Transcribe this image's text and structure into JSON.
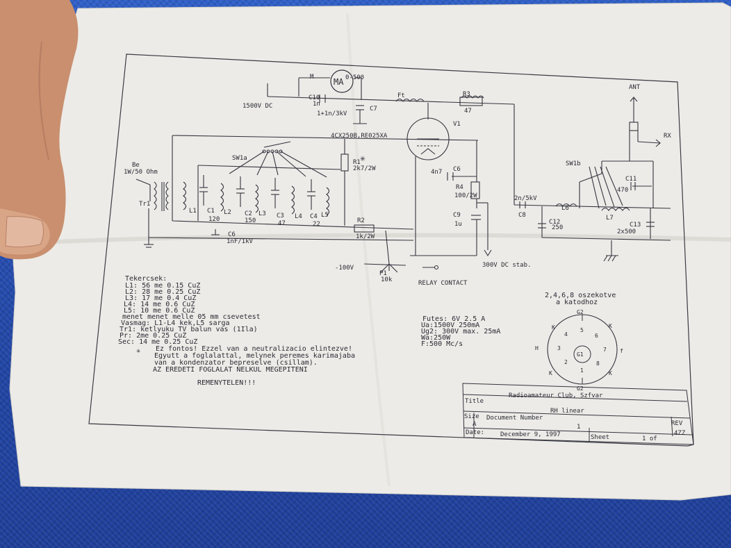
{
  "schematic": {
    "meter": {
      "ref": "M",
      "label": "MA",
      "range": "0-500"
    },
    "c10": {
      "ref": "C10",
      "value": "1n"
    },
    "hv_supply": "1500V DC",
    "c7": {
      "ref": "C7",
      "value": "1+1n/3kV"
    },
    "tube": {
      "type": "4CX250B,RE025XA",
      "ref": "V1"
    },
    "ft": "Ft",
    "r3": {
      "ref": "R3",
      "value": "47"
    },
    "ant": "ANT",
    "rx": "RX",
    "input": {
      "label": "Be",
      "spec": "1W/50 Ohm"
    },
    "tr1": "Tr1",
    "sw1a": "SW1a",
    "sw1b": "SW1b",
    "r1": {
      "ref": "R1",
      "value": "2k7/2W",
      "mark": "✳"
    },
    "c6a": {
      "ref": "C6",
      "value": "4n7"
    },
    "r4": {
      "ref": "R4",
      "value": "100/2W"
    },
    "c9": {
      "ref": "C9",
      "value": "1u"
    },
    "c8": {
      "ref": "C8",
      "value": "2n/5kV"
    },
    "l6": "L6",
    "l7": "L7",
    "c11": {
      "ref": "C11",
      "value": "470"
    },
    "c12": {
      "ref": "C12",
      "value": "250"
    },
    "c13": {
      "ref": "C13",
      "value": "2x500"
    },
    "coils": [
      "L1",
      "L2",
      "L3",
      "L4",
      "L5"
    ],
    "caps": [
      {
        "ref": "C1",
        "value": "120"
      },
      {
        "ref": "C2",
        "value": "150"
      },
      {
        "ref": "C3",
        "value": "47"
      },
      {
        "ref": "C4",
        "value": "22"
      }
    ],
    "c6b": {
      "ref": "C6",
      "value": "1nF/1kV"
    },
    "r2": {
      "ref": "R2",
      "value": "1k/2W"
    },
    "bias": "-100V",
    "p1": {
      "ref": "P1",
      "value": "10k"
    },
    "relay": "RELAY CONTACT",
    "screen": "300V DC stab."
  },
  "notes": {
    "coils_title": "Tekercsek:",
    "coils": [
      "L1: 56 me   0.15 CuZ",
      "L2: 28 me   0.25 CuZ",
      "L3: 17 me   0.4  CuZ",
      "L4: 14 me   0.6  CuZ",
      "L5: 10 me   0.6  CuZ"
    ],
    "extra": [
      "menet menet melle 05 mm csevetest",
      "Vasmag: L1-L4 kek,L5 sarga",
      "Tr1: ketlyuku TV balun vas (1Ila)",
      "Pr: 2me      0.25 CuZ",
      "Sec: 14 me 0.25 CuZ"
    ],
    "warning_mark": "✳",
    "warning": [
      "Ez fontos! Ezzel van a neutralizacio elintezve!",
      "Egyutt a foglalattal, melynek peremes karimajaba",
      "van a kondenzator bepreselve (csillam).",
      "AZ EREDETI FOGLALAT NELKUL MEGEPITENI"
    ],
    "big": "REMENYTELEN!!!",
    "tube_specs": [
      "Futes: 6V 2.5 A",
      "Ua:1500V 250mA",
      "Ug2: 300V max. 25mA",
      "Wa:250W",
      "F:500 Mc/s"
    ],
    "socket_note": [
      "2,4,6,8 oszekotve",
      "a katodhoz"
    ],
    "socket_pins": [
      "1",
      "2",
      "3",
      "4",
      "5",
      "6",
      "7",
      "8",
      "K",
      "H",
      "f",
      "G1",
      "G2"
    ]
  },
  "titleblock": {
    "org": "Radioamateur Club, Szfvar",
    "title_label": "Title",
    "title": "RH linear",
    "size_label": "Size",
    "size": "A",
    "doc_label": "Document Number",
    "doc": "1",
    "rev_label": "REV",
    "rev": "4ZZ",
    "date_label": "Date:",
    "date": "December  9, 1997",
    "sheet_label": "Sheet",
    "sheet": "1 of"
  }
}
